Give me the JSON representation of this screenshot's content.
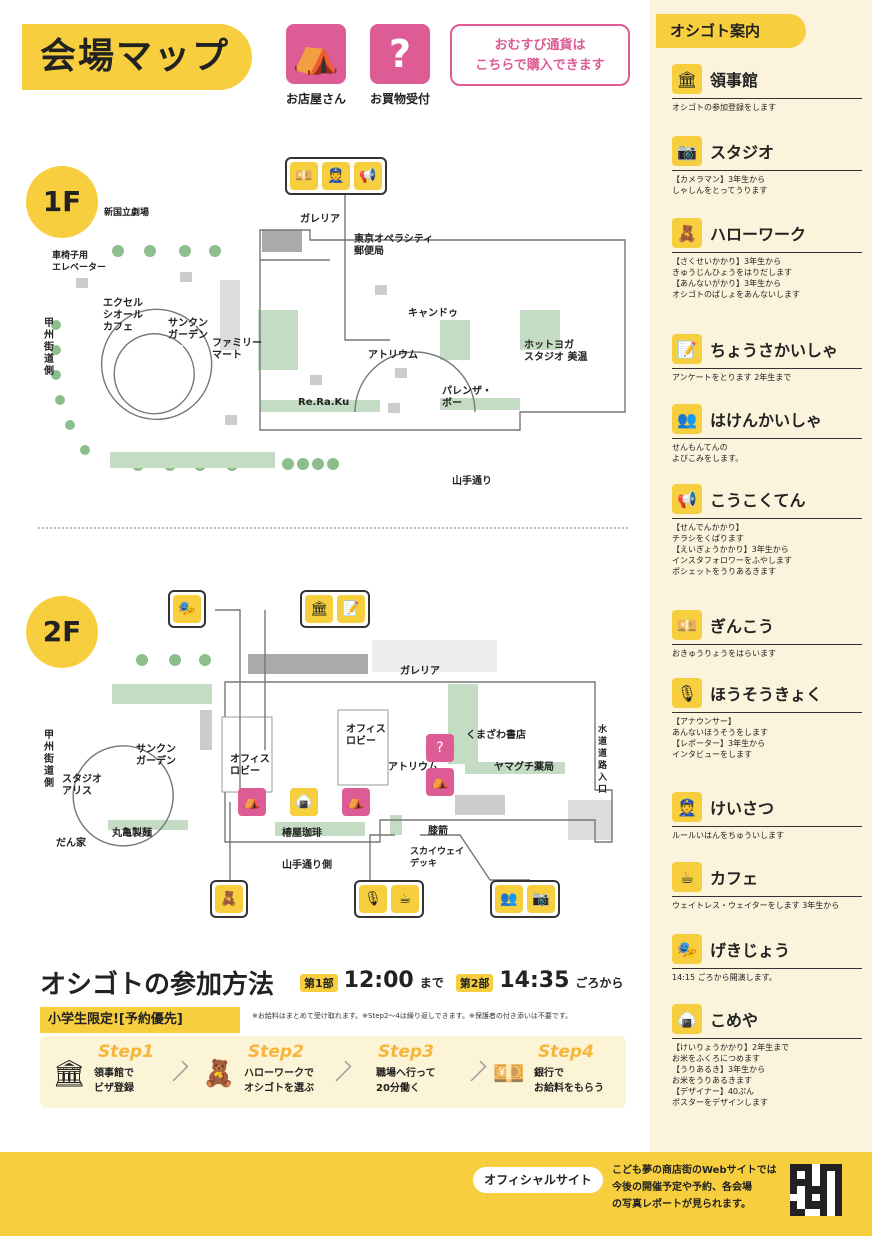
{
  "header": {
    "title": "会場マップ",
    "legend": [
      {
        "label": "お店屋さん",
        "icon": "tent-icon"
      },
      {
        "label": "お買物受付",
        "icon": "question-icon"
      }
    ],
    "callout": [
      "おむすび通貨は",
      "こちらで購入できます"
    ]
  },
  "floor1": {
    "badge": "1F",
    "labels": {
      "theater": "新国立劇場",
      "elevator": "車椅子用\nエレベーター",
      "road_side": "甲\n州\n街\n道\n側",
      "galleria": "ガレリア",
      "post": "東京オペラシティ\n郵便局",
      "excel": "エクセル\nシオール\nカフェ",
      "sunken": "サンクン\nガーデン",
      "familymart": "ファミリー\nマート",
      "candle": "キャンドゥ",
      "hotyoga": "ホットヨガ\nスタジオ 美温",
      "atrium": "アトリウム",
      "reraku": "Re.Ra.Ku",
      "palenza": "パレンザ・\nボー",
      "yamate": "山手通り"
    }
  },
  "floor2": {
    "badge": "2F",
    "labels": {
      "galleria": "ガレリア",
      "road_side": "甲\n州\n街\n道\n側",
      "studio_aris": "スタジオ\nアリス",
      "sunken": "サンクン\nガーデン",
      "office_lobby1": "オフィス\nロビー",
      "office_lobby2": "オフィス\nロビー",
      "kumazawa": "くまざわ書店",
      "atrium": "アトリウム",
      "yamaguchi": "ヤマグチ薬局",
      "water_road": "水\n道\n道\n路\n入\n口",
      "dankaya": "だん家",
      "marugame": "丸亀製麺",
      "tsubakiya": "椿屋珈琲",
      "yamate_side": "山手通り側",
      "hizakuri": "膝箭",
      "skyway": "スカイウェイ\nデッキ"
    }
  },
  "howto": {
    "title": "オシゴトの参加方法",
    "part1": "第1部",
    "time1": "12:00",
    "time1_suffix": "まで",
    "part2": "第2部",
    "time2": "14:35",
    "time2_suffix": "ごろから",
    "elementary": "小学生限定![予約優先]",
    "note": "※お給料はまとめて受け取れます。※Step2〜4は繰り返しできます。※保護者の付き添いは不要です。",
    "steps": [
      {
        "label": "Step1",
        "text": "領事館で\nビザ登録"
      },
      {
        "label": "Step2",
        "text": "ハローワークで\nオシゴトを選ぶ"
      },
      {
        "label": "Step3",
        "text": "職場へ行って\n20分働く"
      },
      {
        "label": "Step4",
        "text": "銀行で\nお給料をもらう"
      }
    ]
  },
  "sidebar": {
    "title": "オシゴト案内",
    "jobs": [
      {
        "name": "領事館",
        "icon": "consulate-icon",
        "desc": "オシゴトの参加登録をします"
      },
      {
        "name": "スタジオ",
        "icon": "camera-icon",
        "desc": "【カメラマン】3年生から\nしゃしんをとってうります"
      },
      {
        "name": "ハローワーク",
        "icon": "hellowork-icon",
        "desc": "【さくせいかかり】3年生から\nきゅうじんひょうをはりだします\n【あんないがかり】3年生から\nオシゴトのばしょをあんないします"
      },
      {
        "name": "ちょうさかいしゃ",
        "icon": "survey-icon",
        "desc": "アンケートをとります 2年生まで"
      },
      {
        "name": "はけんかいしゃ",
        "icon": "dispatch-icon",
        "desc": "せんもんてんの\nよびこみをします。"
      },
      {
        "name": "こうこくてん",
        "icon": "megaphone-icon",
        "desc": "【せんでんかかり】\nチラシをくばります\n【えいぎょうかかり】3年生から\nインスタフォロワーをふやします\nポシェットをうりあるきます"
      },
      {
        "name": "ぎんこう",
        "icon": "bank-icon",
        "desc": "おきゅうりょうをはらいます"
      },
      {
        "name": "ほうそうきょく",
        "icon": "microphone-icon",
        "desc": "【アナウンサー】\nあんないほうそうをします\n【レポーター】3年生から\nインタビューをします"
      },
      {
        "name": "けいさつ",
        "icon": "police-icon",
        "desc": "ルールいはんをちゅういします"
      },
      {
        "name": "カフェ",
        "icon": "cup-icon",
        "desc": "ウェイトレス・ウェイターをします 3年生から"
      },
      {
        "name": "げきじょう",
        "icon": "theater-icon",
        "desc": "14:15 ごろから開演します。"
      },
      {
        "name": "こめや",
        "icon": "riceball-icon",
        "desc": "【けいりょうかかり】2年生まで\nお米をふくろにつめます\n【うりあるき】3年生から\nお米をうりあるきます\n【デザイナー】40ぷん\nポスターをデザインします"
      }
    ]
  },
  "footer": {
    "official": "オフィシャルサイト",
    "text": "こども夢の商店街のWebサイトでは\n今後の開催予定や予約、各会場\nの写真レポートが見られます。"
  }
}
